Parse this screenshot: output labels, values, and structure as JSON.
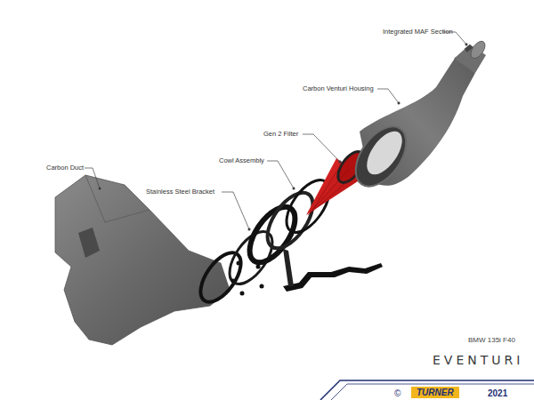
{
  "diagram": {
    "labels": [
      "Integrated MAF Section",
      "Carbon Venturi Housing",
      "Gen 2 Filter",
      "Cowl Assembly",
      "Stainless Steel Bracket",
      "Carbon Duct",
      "BMW 135i F40",
      "EVENTURI",
      "©",
      "TURNER",
      "2021"
    ]
  }
}
